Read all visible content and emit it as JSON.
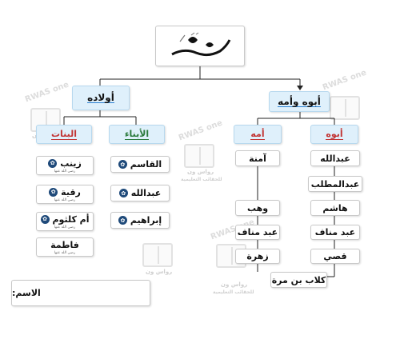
{
  "top": {
    "logo": "محمد صلى الله عليه وسلم"
  },
  "branches": {
    "children_label": "أولاده",
    "parents_label": "أبوه وأمه"
  },
  "groups": {
    "daughters_label": "البنات",
    "sons_label": "الأبناء",
    "mother_label": "أمه",
    "father_label": "أبوه"
  },
  "daughters": [
    {
      "name": "زينب",
      "note": "رضي الله عنها"
    },
    {
      "name": "رقية",
      "note": "رضي الله عنها"
    },
    {
      "name": "أم كلثوم",
      "note": "رضي الله عنها"
    },
    {
      "name": "فاطمة",
      "note": "رضي الله عنها"
    }
  ],
  "sons": [
    "القاسم",
    "عبدالله",
    "إبراهيم"
  ],
  "mother_line": [
    "آمنة",
    "وهب",
    "عبد مناف",
    "زهرة"
  ],
  "father_line": [
    "عبدالله",
    "عبدالمطلب",
    "هاشم",
    "عبد مناف",
    "قصي"
  ],
  "common_ancestor": "كلاب بن مرة",
  "name_field": {
    "label": "الاسم:"
  },
  "watermark": {
    "brand": "RWAS one",
    "arabic": "رواس ون",
    "sub": "للحقائب التعليمية"
  },
  "colors": {
    "header_bg": "#dff0fb",
    "accent_blue": "#2a7fd0",
    "green": "#2a7a3c",
    "red": "#c23434",
    "badge": "#1f4a7a"
  }
}
